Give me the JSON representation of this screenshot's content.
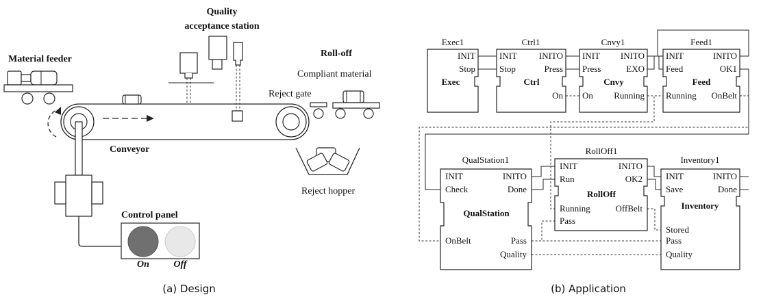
{
  "design": {
    "labels": {
      "material_feeder": "Material feeder",
      "quality_station_line1": "Quality",
      "quality_station_line2": "acceptance station",
      "roll_off": "Roll-off",
      "compliant_material": "Compliant material",
      "reject_gate": "Reject gate",
      "conveyor": "Conveyor",
      "reject_hopper": "Reject hopper",
      "control_panel": "Control panel",
      "on": "On",
      "off": "Off"
    },
    "colors": {
      "on_button": "#707070",
      "off_button": "#e8e8e8"
    },
    "caption": "(a) Design"
  },
  "application": {
    "blocks": {
      "exec": {
        "instance": "Exec1",
        "type": "Exec",
        "outputs": [
          "INIT",
          "Stop"
        ]
      },
      "ctrl": {
        "instance": "Ctrl1",
        "type": "Ctrl",
        "inputs": [
          "INIT",
          "Stop"
        ],
        "outputs": [
          "INITO",
          "Press",
          "On"
        ]
      },
      "cnvy": {
        "instance": "Cnvy1",
        "type": "Cnvy",
        "inputs": [
          "INIT",
          "Press",
          "On"
        ],
        "outputs": [
          "INITO",
          "EXO",
          "Running"
        ]
      },
      "feed": {
        "instance": "Feed1",
        "type": "Feed",
        "inputs": [
          "INIT",
          "Feed",
          "Running"
        ],
        "outputs": [
          "INITO",
          "OK1",
          "OnBelt"
        ]
      },
      "qual": {
        "instance": "QualStation1",
        "type": "QualStation",
        "inputs": [
          "INIT",
          "Check",
          "OnBelt"
        ],
        "outputs": [
          "INITO",
          "Done",
          "Pass",
          "Quality"
        ]
      },
      "roll": {
        "instance": "RollOff1",
        "type": "RollOff",
        "inputs": [
          "INIT",
          "Run",
          "Running",
          "Pass"
        ],
        "outputs": [
          "INITO",
          "OK2",
          "OffBelt"
        ]
      },
      "inv": {
        "instance": "Inventory1",
        "type": "Inventory",
        "inputs": [
          "INIT",
          "Save",
          "Stored",
          "Pass",
          "Quality"
        ],
        "outputs": [
          "INITO",
          "Done"
        ]
      }
    },
    "caption": "(b) Application"
  }
}
